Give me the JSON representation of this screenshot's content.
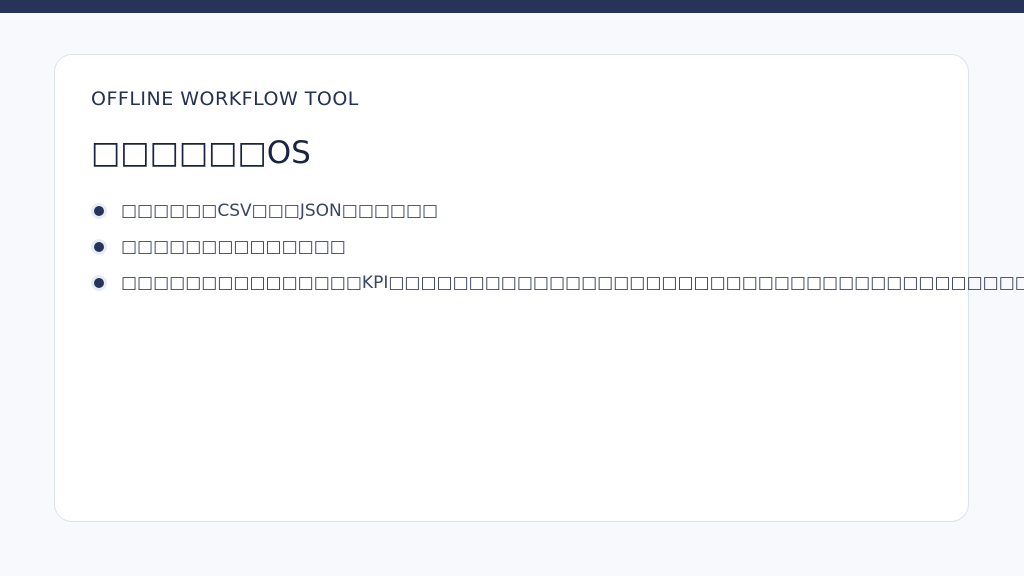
{
  "eyebrow": "OFFLINE WORKFLOW TOOL",
  "title": "□□□□□□OS",
  "bullets": [
    {
      "text": "□□□□□□CSV□□□JSON□□□□□□"
    },
    {
      "text": "□□□□□□□□□□□□□□"
    },
    {
      "text": "□□□□□□□□□□□□□□□KPI□□□□□□□□□□□□□□□□□□□□□□□□□□□□□□□□□□□□□□□□"
    }
  ],
  "colors": {
    "accent": "#27345a",
    "background": "#f7f9fc",
    "card": "#ffffff"
  }
}
